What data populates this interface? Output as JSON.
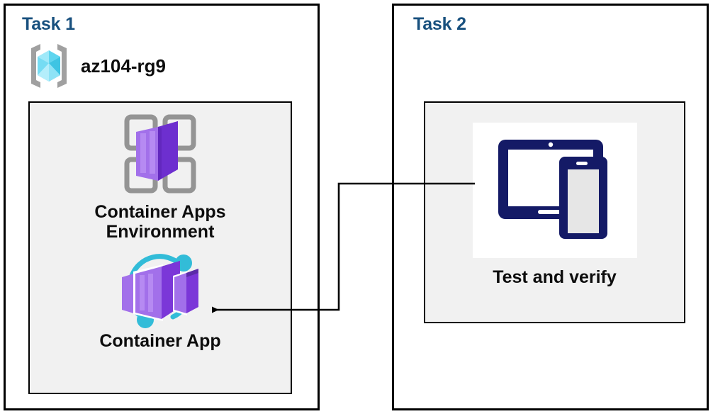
{
  "diagram": {
    "title_color": "#18507e",
    "panel_background": "#f1f1f1",
    "border_color": "#000000"
  },
  "task1": {
    "title": "Task 1",
    "resource_group": {
      "name": "az104-rg9",
      "icon": "resource-group-cube-icon"
    },
    "nodes": [
      {
        "label": "Container Apps\nEnvironment",
        "icon": "container-apps-environment-icon",
        "accent": "#7a35d4"
      },
      {
        "label": "Container App",
        "icon": "container-app-icon",
        "accent": "#8c52e0",
        "ring_color": "#32bcd8"
      }
    ]
  },
  "task2": {
    "title": "Task 2",
    "nodes": [
      {
        "label": "Test and verify",
        "icon": "devices-test-verify-icon",
        "accent": "#141a66"
      }
    ]
  },
  "connector": {
    "from": "Test and verify",
    "to": "Container App",
    "style": "elbow-arrow",
    "color": "#000000",
    "arrow_direction": "left"
  }
}
